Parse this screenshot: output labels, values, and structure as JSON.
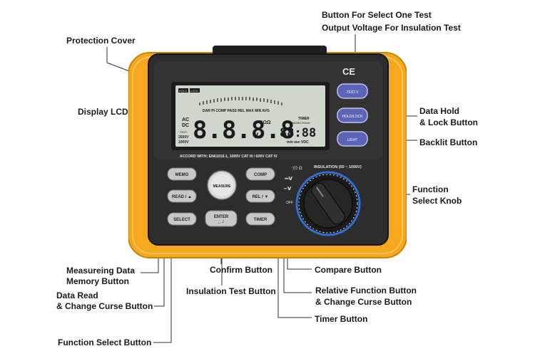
{
  "callouts": {
    "test_voltage_1": "Button For Select One Test",
    "test_voltage_2": "Output Voltage For Insulation Test",
    "protection_cover": "Protection Cover",
    "display_lcd": "Display LCD",
    "data_hold_1": "Data Hold",
    "data_hold_2": "& Lock Button",
    "backlit": "Backlit Button",
    "function_knob_1": "Function",
    "function_knob_2": "Select Knob",
    "memory_1": "Measureing Data",
    "memory_2": "Memory Button",
    "confirm": "Confirm Button",
    "compare": "Compare Button",
    "data_read_1": "Data Read",
    "data_read_2": "& Change Curse Button",
    "insulation_test": "Insulation Test Button",
    "relative_1": "Relative Function Button",
    "relative_2": "& Change Curse Button",
    "timer": "Timer Button",
    "function_select": "Function Select Button"
  },
  "device": {
    "ce_mark": "CE",
    "accord_text": "ACCORD WITH: EN61010-1, 1000V CAT III / 600V CAT IV",
    "insulation_label": "INSULATION (50 ~ 1000V)",
    "knob_symbols": {
      "omega": "·))) Ω",
      "dcv": "⎓V",
      "acv": "~V",
      "off": "OFF"
    },
    "side_buttons": {
      "test_v": "TEST.V",
      "hold_lock": "HOLD/LOCK",
      "light": "LIGHT"
    },
    "keypad": {
      "memo": "MEMO",
      "read": "READ / ▲",
      "select": "SELECT",
      "measure": "MEASURE",
      "enter": "ENTER",
      "comp": "COMP",
      "rel": "REL / ▼",
      "timer": "TIMER"
    },
    "lcd": {
      "hold": "HOLD",
      "lock": "LOCK",
      "flags": "DAR  PI  COMP  PASS  REL  MAX MIN AVG",
      "main_digits": "8.8.8.8",
      "unit_main": "V",
      "unit_ohm": "GΩΩ",
      "sub_digits": "88:88",
      "timer": "TIMER",
      "memo_read": "MEMO READ",
      "min_sec": "min  sec  VDC",
      "volt_2500": "2500V",
      "volt_1000": "1000V",
      "ac": "AC",
      "dc": "DC",
      "test": "TEST"
    }
  }
}
